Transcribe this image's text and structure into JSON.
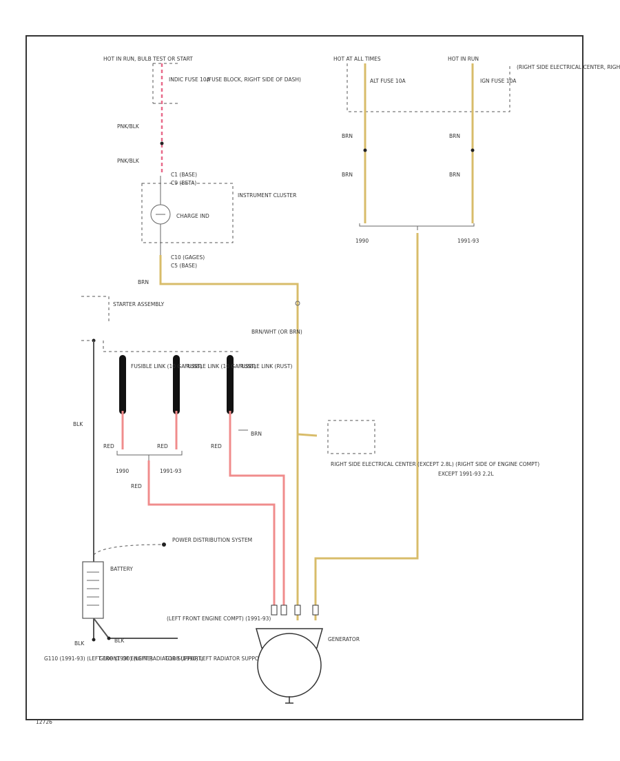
{
  "labels": {
    "hot_run": "HOT IN RUN, BULB TEST OR START",
    "fuse_block": "(FUSE BLOCK, RIGHT SIDE OF DASH)",
    "gauges_fuse": "INDIC FUSE 10A",
    "hot_at_all_times": "HOT AT ALL TIMES",
    "hot_in_run": "HOT IN RUN",
    "alt_fuse": "ALT FUSE 10A",
    "ign_fuse": "IGN FUSE 10A",
    "right_side_center_top": "(RIGHT SIDE ELECTRICAL CENTER, RIGHT SIDE OF ENGINE COMPT)",
    "pnk_blk_1": "PNK/BLK",
    "pnk_blk_2": "PNK/BLK",
    "c1_a": "C1 (BASE)",
    "c1_b": "C9 (BETA)",
    "instrument_cluster": "INSTRUMENT CLUSTER",
    "charge_ind": "CHARGE IND",
    "c10_a": "C10 (GAGES)",
    "c10_b": "C5 (BASE)",
    "brn_1": "BRN",
    "brn_2": "BRN",
    "brn_3": "BRN",
    "brn_4": "BRN",
    "brn_5": "BRN",
    "yr_1990_top": "1990",
    "yr_1991_93_top": "1991-93",
    "starter_assembly": "STARTER ASSEMBLY",
    "brn_wht": "BRN/WHT (OR BRN)",
    "fusible_1": "FUSIBLE LINK (10 GA RUST)",
    "fusible_2": "FUSIBLE LINK (10 GA RUST)",
    "fusible_3": "FUSIBLE LINK (RUST)",
    "blk_1": "BLK",
    "red_1": "RED",
    "red_2": "RED",
    "red_3": "RED",
    "red_4": "RED",
    "yr_1990_bot": "1990",
    "yr_1991_93_bot": "1991-93",
    "brn_near_link": "BRN",
    "right_side_center": "RIGHT SIDE ELECTRICAL CENTER (EXCEPT 2.8L) (RIGHT SIDE OF ENGINE COMPT)",
    "except": "EXCEPT 1991-93 2.2L",
    "power_distribution": "POWER DISTRIBUTION SYSTEM",
    "battery": "BATTERY",
    "left_front_engine": "(LEFT FRONT ENGINE COMPT) (1991-93)",
    "blk_2": "BLK",
    "blk_3": "BLK",
    "generator": "GENERATOR",
    "g110_a": "G110 (1991-93) (LEFT FRONT OF ENGINE)",
    "g108_a": "G108 (1990) (LEFT RADIATOR SUPPORT)",
    "g108_b": "G108 (1990) LEFT RADIATOR SUPPORT (NR)",
    "fig_code": "12726"
  },
  "colors": {
    "tan_wire": "#d8bc6a",
    "red_wire": "#f08c8c",
    "pink_wire": "#e86a8a",
    "ground_wire": "#555555"
  }
}
